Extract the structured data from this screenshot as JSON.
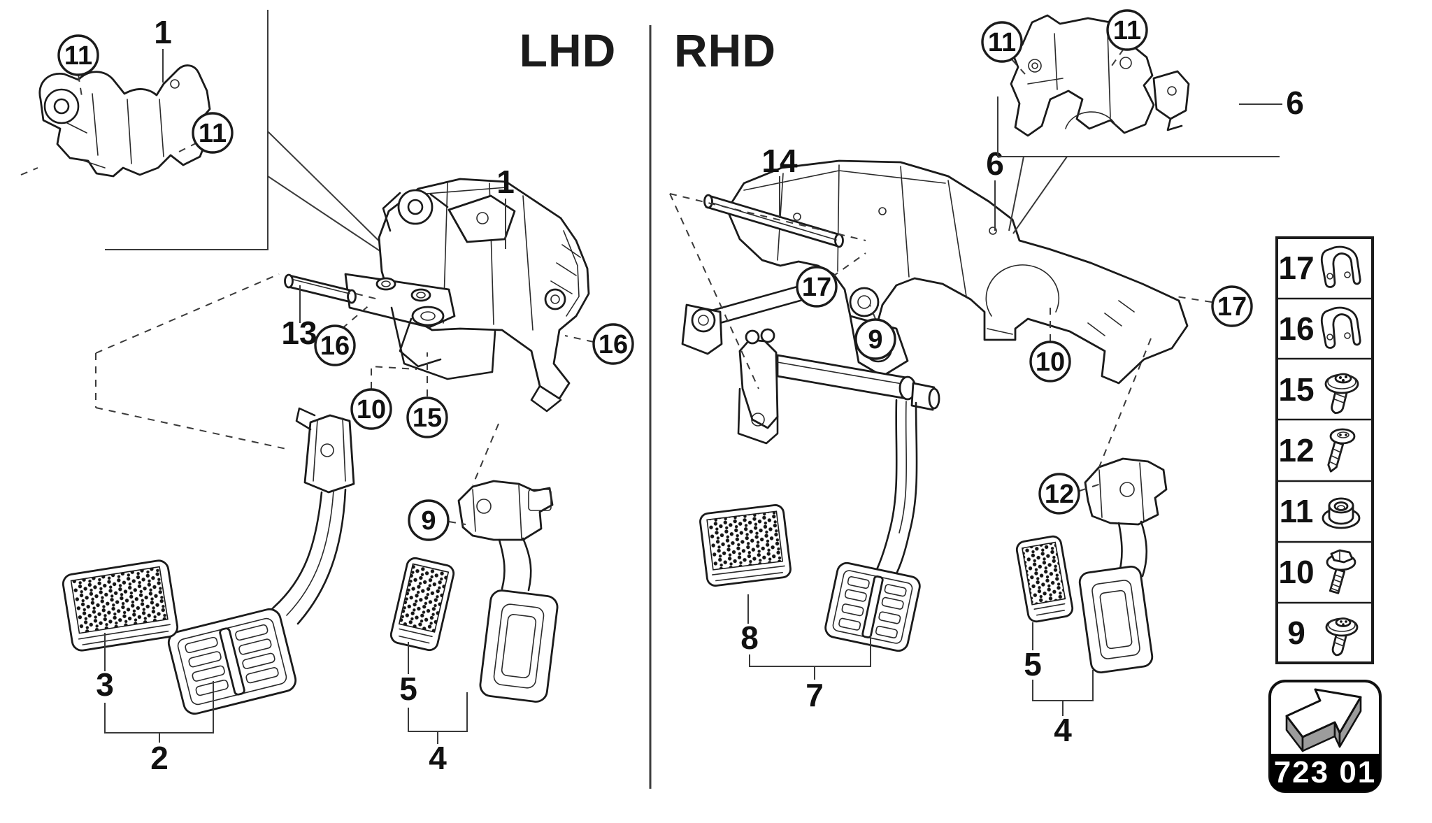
{
  "title": {
    "lhd": "LHD",
    "rhd": "RHD"
  },
  "part_code": "723 01",
  "legend_items": [
    {
      "num": "17",
      "icon": "spring-clip-icon"
    },
    {
      "num": "16",
      "icon": "spring-clip-icon"
    },
    {
      "num": "15",
      "icon": "washer-head-screw-icon"
    },
    {
      "num": "12",
      "icon": "pan-head-screw-icon"
    },
    {
      "num": "11",
      "icon": "flange-nut-icon"
    },
    {
      "num": "10",
      "icon": "flange-bolt-icon"
    },
    {
      "num": "9",
      "icon": "washer-head-screw-icon"
    }
  ],
  "callouts": {
    "lhd_inset": {
      "c11a": "11",
      "c11b": "11",
      "c1": "1"
    },
    "lhd": {
      "c1": "1",
      "c13": "13",
      "c16a": "16",
      "c16b": "16",
      "c10": "10",
      "c15": "15",
      "c9": "9",
      "c3": "3",
      "c2": "2",
      "c5": "5",
      "c4": "4"
    },
    "rhd": {
      "c14": "14",
      "c6": "6",
      "c17a": "17",
      "c17b": "17",
      "c9": "9",
      "c10": "10",
      "c12": "12",
      "c8": "8",
      "c7": "7",
      "c5": "5",
      "c4": "4"
    },
    "rhd_inset": {
      "c11a": "11",
      "c11b": "11",
      "c6": "6"
    }
  }
}
